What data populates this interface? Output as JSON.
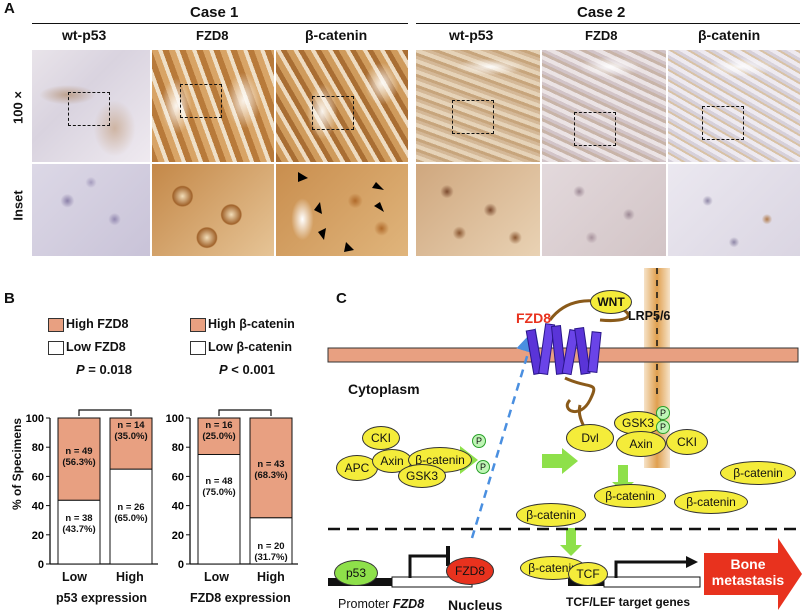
{
  "panelA": {
    "letter": "A",
    "case1": "Case 1",
    "case2": "Case 2",
    "cols": [
      "wt-p53",
      "FZD8",
      "β-catenin",
      "wt-p53",
      "FZD8",
      "β-catenin"
    ],
    "row1": "100 ×",
    "row2": "Inset"
  },
  "panelB": {
    "letter": "B",
    "ylabel": "% of Specimens",
    "yticks": [
      "0",
      "20",
      "40",
      "60",
      "80",
      "100"
    ],
    "colors": {
      "high": "#e8a081",
      "low": "#ffffff"
    },
    "left": {
      "legend_high": "High FZD8",
      "legend_low": "Low FZD8",
      "pvalue_label": "P",
      "pvalue_rest": " = 0.018",
      "xlabel": "p53 expression",
      "cats": [
        "Low",
        "High"
      ],
      "high_n": [
        "n = 49",
        "n = 14"
      ],
      "high_pct": [
        "(56.3%)",
        "(35.0%)"
      ],
      "low_n": [
        "n = 38",
        "n = 26"
      ],
      "low_pct": [
        "(43.7%)",
        "(65.0%)"
      ]
    },
    "right": {
      "legend_high": "High β-catenin",
      "legend_low": "Low β-catenin",
      "pvalue_label": "P",
      "pvalue_rest": " < 0.001",
      "xlabel": "FZD8 expression",
      "cats": [
        "Low",
        "High"
      ],
      "high_n": [
        "n = 16",
        "n = 43"
      ],
      "high_pct": [
        "(25.0%)",
        "(68.3%)"
      ],
      "low_n": [
        "n = 48",
        "n = 20"
      ],
      "low_pct": [
        "(75.0%)",
        "(31.7%)"
      ]
    }
  },
  "chart_data": [
    {
      "type": "bar",
      "stacked": true,
      "categories": [
        "Low",
        "High"
      ],
      "xlabel": "p53 expression",
      "ylabel": "% of Specimens",
      "ylim": [
        0,
        100
      ],
      "series": [
        {
          "name": "Low FZD8",
          "values": [
            43.7,
            65.0
          ]
        },
        {
          "name": "High FZD8",
          "values": [
            56.3,
            35.0
          ]
        }
      ]
    },
    {
      "type": "bar",
      "stacked": true,
      "categories": [
        "Low",
        "High"
      ],
      "xlabel": "FZD8 expression",
      "ylabel": "% of Specimens",
      "ylim": [
        0,
        100
      ],
      "series": [
        {
          "name": "Low β-catenin",
          "values": [
            75.0,
            31.7
          ]
        },
        {
          "name": "High β-catenin",
          "values": [
            25.0,
            68.3
          ]
        }
      ]
    }
  ],
  "panelC": {
    "letter": "C",
    "fzd8_red": "FZD8",
    "wnt": "WNT",
    "lrp": "LRP5/6",
    "cytoplasm": "Cytoplasm",
    "nucleus": "Nucleus",
    "cki": "CKI",
    "apc": "APC",
    "axin": "Axin",
    "bcat": "β-catenin",
    "gsk3": "GSK3",
    "dvl": "Dvl",
    "p": "P",
    "tcf": "TCF",
    "p53": "p53",
    "fzd8_oval": "FZD8",
    "promoter": "Promoter",
    "fzd8_gene": "FZD8",
    "tcf_lef": "TCF/LEF target genes",
    "bone1": "Bone",
    "bone2": "metastasis",
    "colors": {
      "membrane": "#e8a081",
      "green": "#8ee04a",
      "red": "#e8321e",
      "blue_dash": "#4a8fe0"
    }
  }
}
